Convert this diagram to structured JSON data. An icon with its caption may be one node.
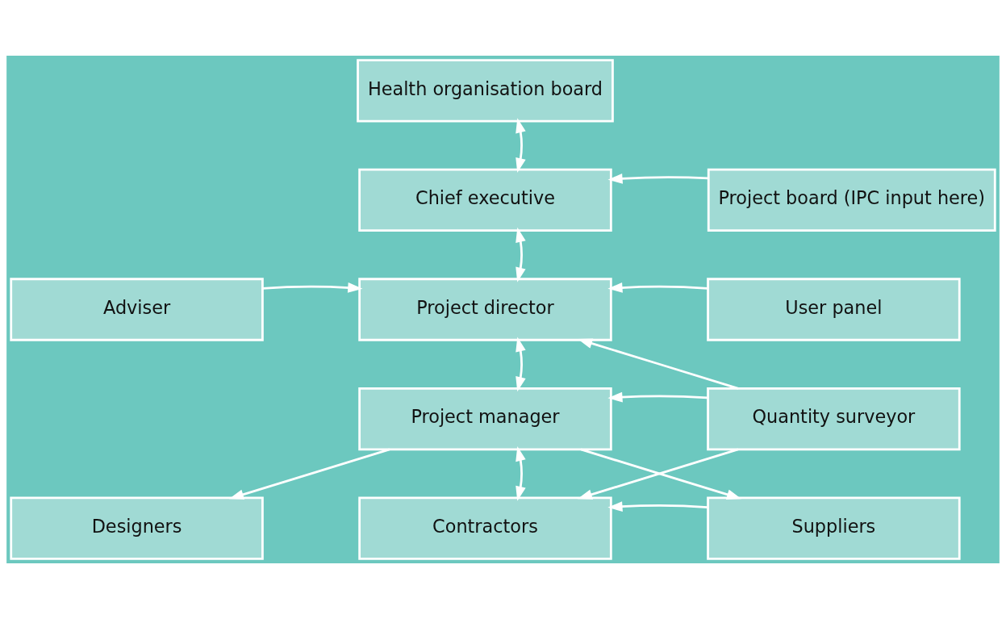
{
  "diagram": {
    "nodes": [
      {
        "text": [
          "Health organisation board"
        ]
      },
      {
        "text": [
          "Chief executive"
        ]
      },
      {
        "text": [
          "Project board (IPC input here)"
        ]
      },
      {
        "text": [
          "Adviser"
        ]
      },
      {
        "text": [
          "Project director"
        ]
      },
      {
        "text": [
          "User panel"
        ]
      },
      {
        "text": [
          "Project manager"
        ]
      },
      {
        "text": [
          "Quantity surveyor"
        ]
      },
      {
        "text": [
          "Designers"
        ]
      },
      {
        "text": [
          "Contractors"
        ]
      },
      {
        "text": [
          "Suppliers"
        ]
      }
    ],
    "edges": [
      {
        "from": 0,
        "to": 1,
        "arrow": "both"
      },
      {
        "from": 2,
        "to": 1,
        "arrow": "to"
      },
      {
        "from": 1,
        "to": 4,
        "arrow": "both"
      },
      {
        "from": 3,
        "to": 4,
        "arrow": "to"
      },
      {
        "from": 5,
        "to": 4,
        "arrow": "to"
      },
      {
        "from": 7,
        "to": 4,
        "arrow": "to"
      },
      {
        "from": 4,
        "to": 6,
        "arrow": "both"
      },
      {
        "from": 7,
        "to": 6,
        "arrow": "to"
      },
      {
        "from": 6,
        "to": 8,
        "arrow": "to"
      },
      {
        "from": 6,
        "to": 9,
        "arrow": "both"
      },
      {
        "from": 6,
        "to": 10,
        "arrow": "to"
      },
      {
        "from": 7,
        "to": 9,
        "arrow": "to"
      },
      {
        "from": 10,
        "to": 9,
        "arrow": "to"
      }
    ]
  }
}
